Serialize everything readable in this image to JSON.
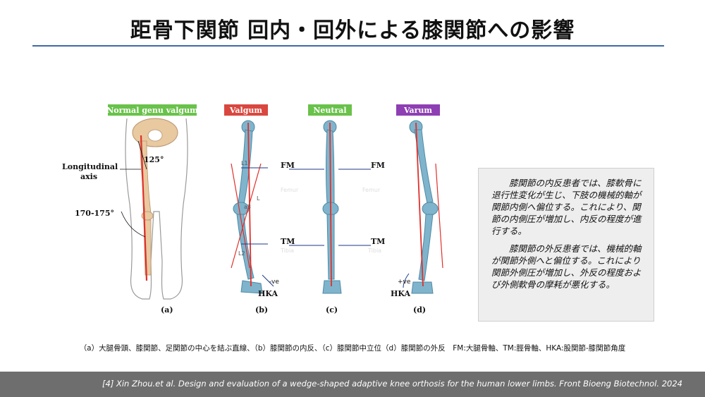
{
  "title": "距骨下関節 回内・回外による膝関節への影響",
  "figure": {
    "tags": {
      "normal": "Normal genu valgum",
      "valgum": "Valgum",
      "neutral": "Neutral",
      "varum": "Varum"
    },
    "tag_colors": {
      "normal": "#69c24a",
      "valgum": "#d9473f",
      "neutral": "#69c24a",
      "varum": "#8e3fb3"
    },
    "labels": {
      "longitudinal_1": "Longitudinal",
      "longitudinal_2": "axis",
      "angle_125": "125°",
      "angle_170": "170-175°",
      "fm_left": "FM",
      "fm_right": "FM",
      "tm_left": "TM",
      "tm_right": "TM",
      "hka_left": "HKA",
      "hka_right": "HKA",
      "neg_ve": "-ve",
      "pos_ve": "+ve",
      "l1": "L1",
      "l": "L",
      "a3": "a3",
      "l2": "L2",
      "femur_1": "Femur",
      "femur_2": "Femur",
      "tibia_1": "Tibia",
      "tibia_2": "Tibia",
      "sub_a": "(a)",
      "sub_b": "(b)",
      "sub_c": "(c)",
      "sub_d": "(d)"
    },
    "colors": {
      "bone": "#7fb4cc",
      "bone_dark": "#4f8aa6",
      "axis_line": "#e0302a",
      "pelvis": "#e8c9a0"
    }
  },
  "note": {
    "p1": "膝関節の内反患者では、膝軟骨に退行性変化が生じ、下肢の機械的軸が関節内側へ偏位する。これにより、関節の内側圧が増加し、内反の程度が進行する。",
    "p2": "膝関節の外反患者では、機械的軸が関節外側へと偏位する。これにより関節外側圧が増加し、外反の程度および外側軟骨の摩耗が悪化する。"
  },
  "caption": "（a）大腿骨頭、膝関節、足関節の中心を結ぶ直線、（b）膝関節の内反、（c）膝関節中立位（d）膝関節の外反　FM:大腿骨軸、TM:脛骨軸、HKA:股関節-膝関節角度",
  "footer": "[4] Xin Zhou.et al. Design and evaluation of a wedge-shaped adaptive knee orthosis for the human lower limbs. Front Bioeng Biotechnol. 2024"
}
